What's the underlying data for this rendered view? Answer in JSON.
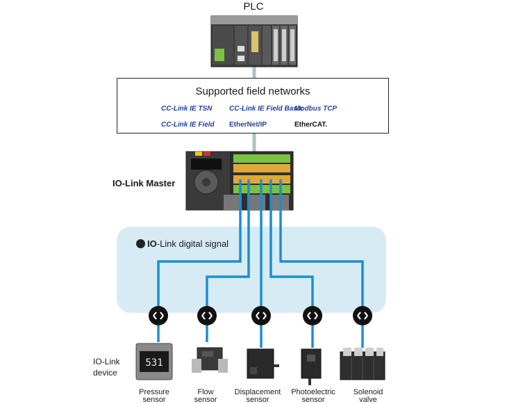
{
  "plc": {
    "title": "PLC"
  },
  "networks": {
    "title": "Supported field networks",
    "logos": {
      "cc_tsn": "CC-Link IE TSN",
      "cc_field_basic": "CC-Link IE Field Basic",
      "modbus": "Modbus TCP",
      "cc_field": "CC-Link IE Field",
      "ethernet_ip": "EtherNet/IP",
      "ethercat": "EtherCAT."
    }
  },
  "master": {
    "label": "IO-Link Master"
  },
  "signal": {
    "logo": "IO",
    "text": "-Link digital signal"
  },
  "device_label": {
    "line1": "IO-Link",
    "line2": "device"
  },
  "devices": [
    {
      "line1": "Pressure",
      "line2": "sensor",
      "icon": "pressure-sensor-icon",
      "display": "531"
    },
    {
      "line1": "Flow",
      "line2": "sensor",
      "icon": "flow-sensor-icon"
    },
    {
      "line1": "Displacement",
      "line2": "sensor",
      "icon": "displacement-sensor-icon"
    },
    {
      "line1": "Photoelectric",
      "line2": "sensor",
      "icon": "photoelectric-sensor-icon"
    },
    {
      "line1": "Solenoid",
      "line2": "valve",
      "icon": "solenoid-valve-icon"
    }
  ],
  "colors": {
    "cable": "#1a8fd0",
    "signal_area": "#d7ebf5",
    "link_line": "#a9c4c4"
  }
}
